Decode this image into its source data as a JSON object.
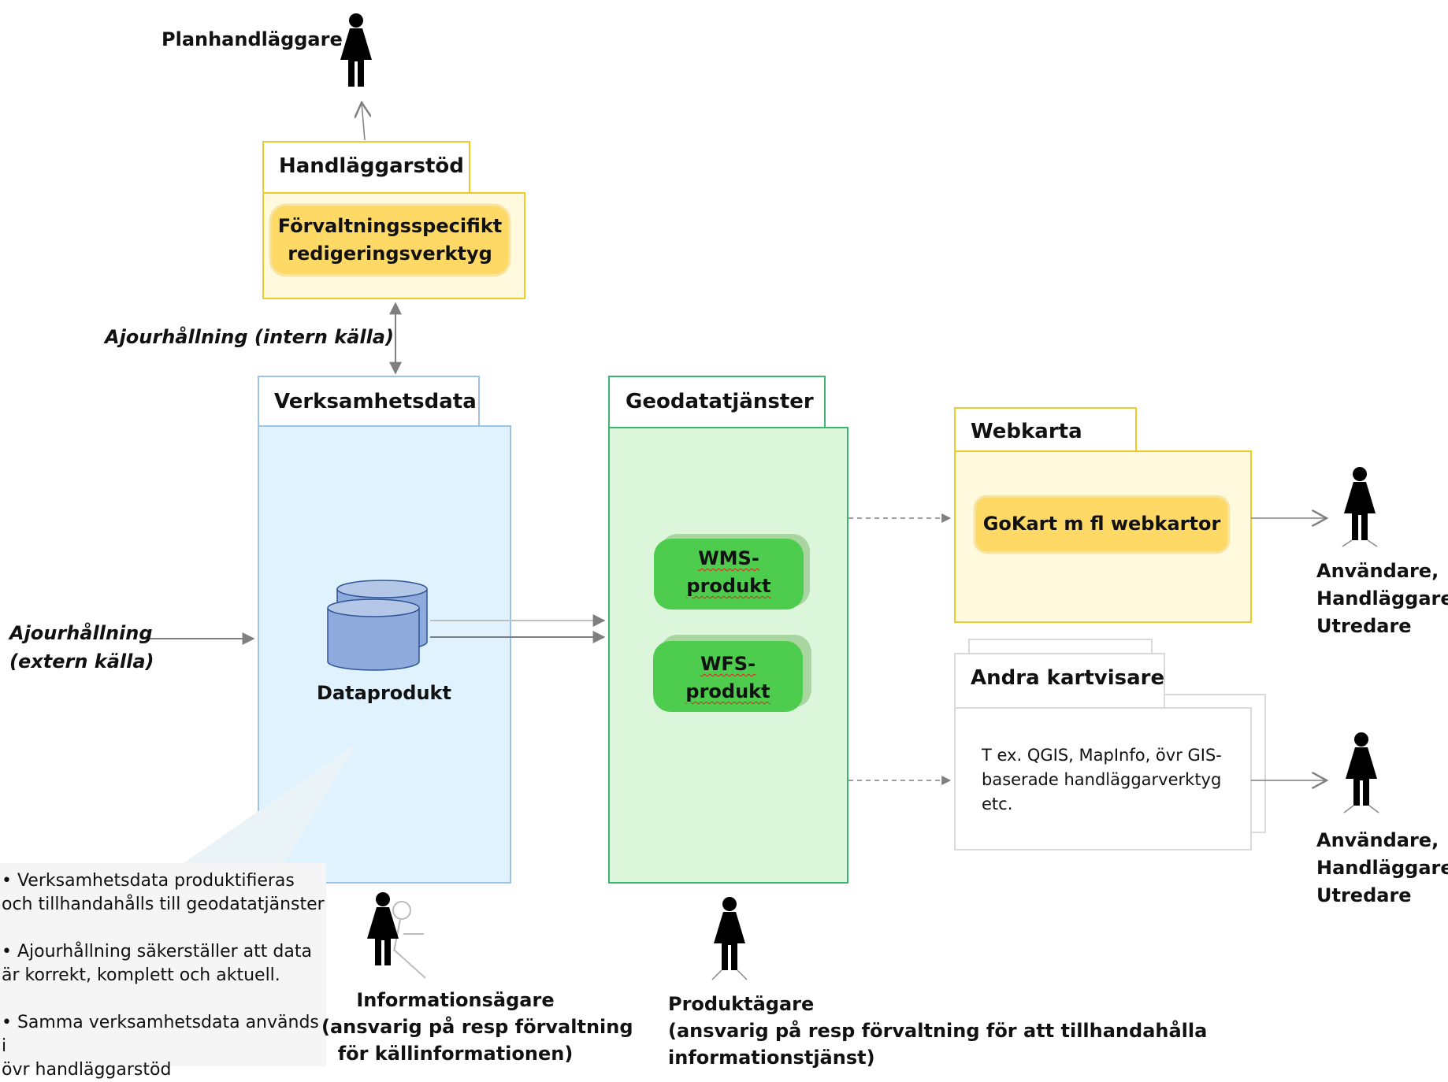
{
  "actors": {
    "planhandlaggare": "Planhandläggare",
    "users_top": [
      "Användare,",
      "Handläggare,",
      "Utredare"
    ],
    "users_bottom": [
      "Användare,",
      "Handläggare,",
      "Utredare"
    ],
    "informationsagare": [
      "Informationsägare",
      "(ansvarig på resp förvaltning",
      "för källinformationen)"
    ],
    "produktagare": [
      "Produktägare",
      "(ansvarig på resp förvaltning för att tillhandahålla",
      "informationstjänst)"
    ]
  },
  "boxes": {
    "handlaggarstod": {
      "title": "Handläggarstöd",
      "item": [
        "Förvaltningsspecifikt",
        "redigeringsverktyg"
      ]
    },
    "verksamhetsdata": {
      "title": "Verksamhetsdata",
      "item": "Dataprodukt"
    },
    "geodatatjanster": {
      "title": "Geodatatjänster",
      "wms": [
        "WMS-",
        "produkt"
      ],
      "wfs": [
        "WFS-",
        "produkt"
      ]
    },
    "webkarta": {
      "title": "Webkarta",
      "item": "GoKart m fl webkartor"
    },
    "andra_kartvisare": {
      "title": "Andra kartvisare",
      "text": [
        "T ex. QGIS, MapInfo, övr GIS-",
        "baserade  handläggarverktyg",
        "etc."
      ]
    }
  },
  "flows": {
    "intern": "Ajourhållning (intern källa)",
    "extern": [
      "Ajourhållning",
      "(extern källa)"
    ]
  },
  "notes": [
    [
      "• Verksamhetsdata produktifieras",
      "och tillhandahålls till geodatatjänster"
    ],
    [
      "• Ajourhållning säkerställer att data",
      "är korrekt, komplett och aktuell."
    ],
    [
      "• Samma verksamhetsdata används i",
      "övr handläggarstöd"
    ]
  ],
  "colors": {
    "yellow_border": "#f0c92a",
    "yellow_fill": "#fff9dd",
    "pill_yellow": "#ffd966",
    "blue_fill": "#dff2fd",
    "blue_border": "#9dc3e6",
    "green_fill": "#dcf6dc",
    "green_border": "#3fb371",
    "green_pill": "#4ecc4e",
    "db_blue": "#8faadc"
  }
}
